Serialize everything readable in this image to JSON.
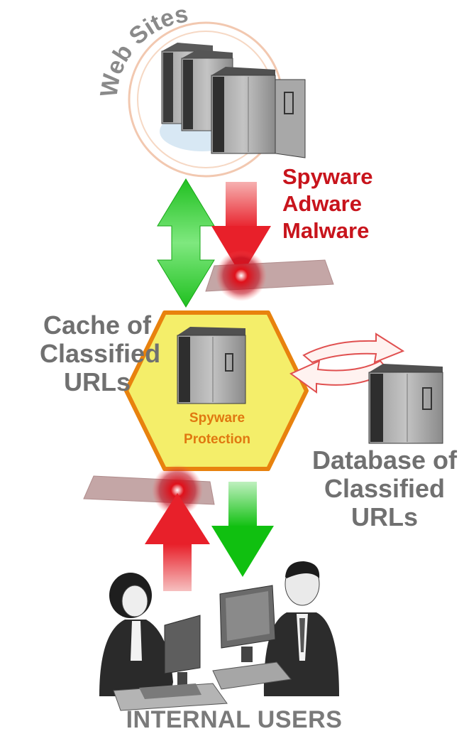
{
  "diagram": {
    "web_sites_label": "Web Sites",
    "threats": [
      "Spyware",
      "Adware",
      "Malware"
    ],
    "cache_label": [
      "Cache of",
      "Classified",
      "URLs"
    ],
    "protection_label": [
      "Spyware",
      "Protection"
    ],
    "database_label": [
      "Database of",
      "Classified",
      "URLs"
    ],
    "users_label": "INTERNAL USERS"
  },
  "colors": {
    "threat_red": "#c8141c",
    "allowed_green": "#28c828",
    "hexagon_fill": "#f4ee6a",
    "hexagon_border": "#e8820e",
    "protection_text": "#e07810",
    "label_gray": "#707070"
  },
  "icons": [
    "server-cluster-icon",
    "server-icon",
    "database-server-icon",
    "female-user-icon",
    "male-user-icon",
    "sync-arrows-icon"
  ]
}
